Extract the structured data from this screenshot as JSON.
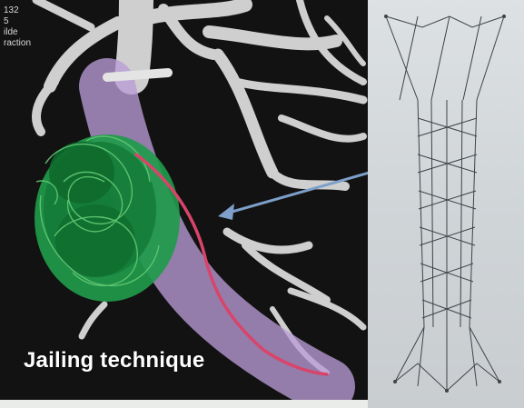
{
  "overlay": {
    "corner_lines": [
      "132",
      "5",
      "ilde",
      "raction"
    ],
    "label": "Jailing technique"
  },
  "colors": {
    "catheter": "#b99bd6",
    "aneurysm": "#1f9a4a",
    "microcatheter": "#d9446a",
    "arrow": "#7d9fc9",
    "vessel": "#d7d7d7"
  },
  "icons": {
    "arrow": "pointer-arrow-icon"
  }
}
